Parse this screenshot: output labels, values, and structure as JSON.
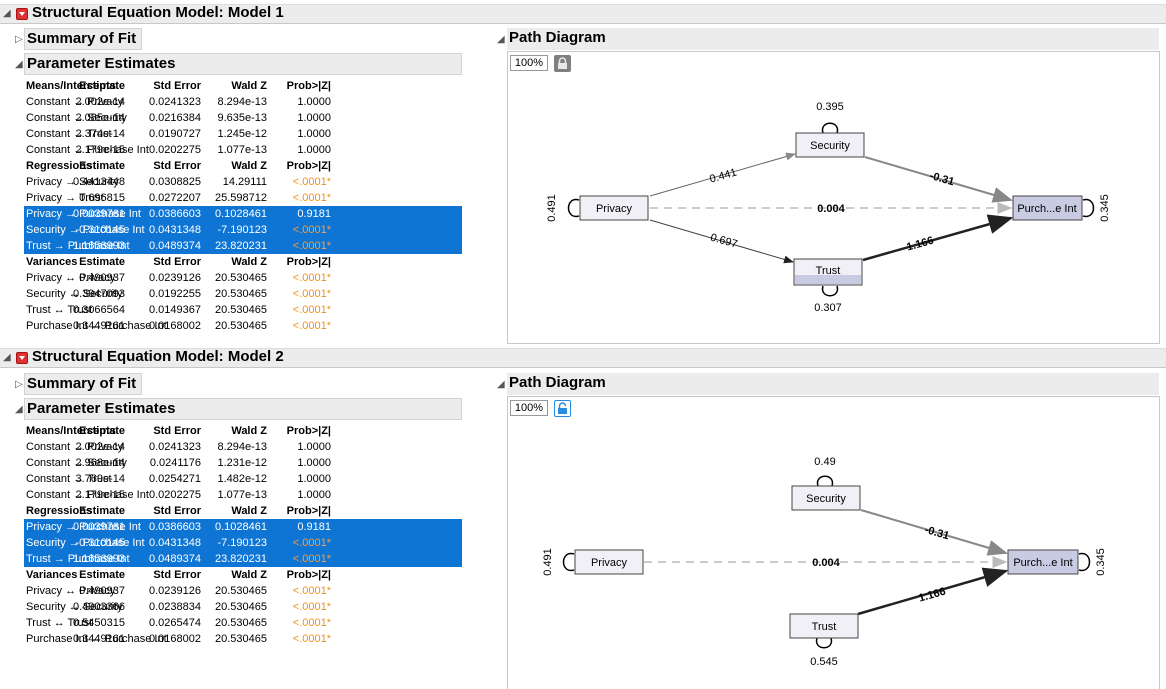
{
  "colors": {
    "selected_row": "#0f75d4",
    "significant": "#f0901a",
    "node_fill": "#f0f0f6",
    "endo_fill": "#c8cbe2"
  },
  "models": [
    {
      "title": "Structural Equation Model: Model 1",
      "summary_label": "Summary of Fit",
      "params_label": "Parameter Estimates",
      "path_label": "Path Diagram",
      "zoom": "100%",
      "lock_state": "locked",
      "col_headers": [
        "Estimate",
        "Std Error",
        "Wald Z",
        "Prob>|Z|"
      ],
      "sections": [
        {
          "name": "Means/Intercepts",
          "rows": [
            {
              "label": "Constant → Privacy",
              "est": "2.002e-14",
              "se": "0.0241323",
              "z": "8.294e-13",
              "p": "1.0000",
              "sig": false,
              "sel": false
            },
            {
              "label": "Constant → Security",
              "est": "2.085e-14",
              "se": "0.0216384",
              "z": "9.635e-13",
              "p": "1.0000",
              "sig": false,
              "sel": false
            },
            {
              "label": "Constant → Trust",
              "est": "2.374e-14",
              "se": "0.0190727",
              "z": "1.245e-12",
              "p": "1.0000",
              "sig": false,
              "sel": false
            },
            {
              "label": "Constant → Purchase Int",
              "est": "2.179e-15",
              "se": "0.0202275",
              "z": "1.077e-13",
              "p": "1.0000",
              "sig": false,
              "sel": false
            }
          ]
        },
        {
          "name": "Regressions",
          "rows": [
            {
              "label": "Privacy → Security",
              "est": "0.4413448",
              "se": "0.0308825",
              "z": "14.29111",
              "p": "<.0001*",
              "sig": true,
              "sel": false
            },
            {
              "label": "Privacy → Trust",
              "est": "0.696815",
              "se": "0.0272207",
              "z": "25.598712",
              "p": "<.0001*",
              "sig": true,
              "sel": false
            },
            {
              "label": "Privacy → Purchase Int",
              "est": "0.0039761",
              "se": "0.0386603",
              "z": "0.1028461",
              "p": "0.9181",
              "sig": false,
              "sel": true
            },
            {
              "label": "Security → Purchase Int",
              "est": "-0.310145",
              "se": "0.0431348",
              "z": "-7.190123",
              "p": "<.0001*",
              "sig": true,
              "sel": true
            },
            {
              "label": "Trust → Purchase Int",
              "est": "1.1656993",
              "se": "0.0489374",
              "z": "23.820231",
              "p": "<.0001*",
              "sig": true,
              "sel": true
            }
          ]
        },
        {
          "name": "Variances",
          "rows": [
            {
              "label": "Privacy ↔ Privacy",
              "est": "0.490937",
              "se": "0.0239126",
              "z": "20.530465",
              "p": "<.0001*",
              "sig": true,
              "sel": false
            },
            {
              "label": "Security ↔ Security",
              "est": "0.3947093",
              "se": "0.0192255",
              "z": "20.530465",
              "p": "<.0001*",
              "sig": true,
              "sel": false
            },
            {
              "label": "Trust ↔ Trust",
              "est": "0.3066564",
              "se": "0.0149367",
              "z": "20.530465",
              "p": "<.0001*",
              "sig": true,
              "sel": false
            },
            {
              "label": "Purchase Int ↔ Purchase Int",
              "est": "0.3449161",
              "se": "0.0168002",
              "z": "20.530465",
              "p": "<.0001*",
              "sig": true,
              "sel": false
            }
          ]
        }
      ],
      "diagram": {
        "nodes": {
          "privacy": "Privacy",
          "security": "Security",
          "trust": "Trust",
          "purchase": "Purch...e Int"
        },
        "variances": {
          "privacy": "0.491",
          "security": "0.395",
          "trust": "0.307",
          "purchase": "0.345"
        },
        "paths": {
          "priv_sec": "0.441",
          "priv_trust": "0.697",
          "priv_purch": "0.004",
          "sec_purch": "-0.31",
          "trust_purch": "1.166"
        }
      }
    },
    {
      "title": "Structural Equation Model: Model 2",
      "summary_label": "Summary of Fit",
      "params_label": "Parameter Estimates",
      "path_label": "Path Diagram",
      "zoom": "100%",
      "lock_state": "unlocked",
      "col_headers": [
        "Estimate",
        "Std Error",
        "Wald Z",
        "Prob>|Z|"
      ],
      "sections": [
        {
          "name": "Means/Intercepts",
          "rows": [
            {
              "label": "Constant → Privacy",
              "est": "2.002e-14",
              "se": "0.0241323",
              "z": "8.294e-13",
              "p": "1.0000",
              "sig": false,
              "sel": false
            },
            {
              "label": "Constant → Security",
              "est": "2.968e-14",
              "se": "0.0241176",
              "z": "1.231e-12",
              "p": "1.0000",
              "sig": false,
              "sel": false
            },
            {
              "label": "Constant → Trust",
              "est": "3.769e-14",
              "se": "0.0254271",
              "z": "1.482e-12",
              "p": "1.0000",
              "sig": false,
              "sel": false
            },
            {
              "label": "Constant → Purchase Int",
              "est": "2.179e-15",
              "se": "0.0202275",
              "z": "1.077e-13",
              "p": "1.0000",
              "sig": false,
              "sel": false
            }
          ]
        },
        {
          "name": "Regressions",
          "rows": [
            {
              "label": "Privacy → Purchase Int",
              "est": "0.0039761",
              "se": "0.0386603",
              "z": "0.1028461",
              "p": "0.9181",
              "sig": false,
              "sel": true
            },
            {
              "label": "Security → Purchase Int",
              "est": "-0.310145",
              "se": "0.0431348",
              "z": "-7.190123",
              "p": "<.0001*",
              "sig": true,
              "sel": true
            },
            {
              "label": "Trust → Purchase Int",
              "est": "1.1656993",
              "se": "0.0489374",
              "z": "23.820231",
              "p": "<.0001*",
              "sig": true,
              "sel": true
            }
          ]
        },
        {
          "name": "Variances",
          "rows": [
            {
              "label": "Privacy ↔ Privacy",
              "est": "0.490937",
              "se": "0.0239126",
              "z": "20.530465",
              "p": "<.0001*",
              "sig": true,
              "sel": false
            },
            {
              "label": "Security ↔ Security",
              "est": "0.4903366",
              "se": "0.0238834",
              "z": "20.530465",
              "p": "<.0001*",
              "sig": true,
              "sel": false
            },
            {
              "label": "Trust ↔ Trust",
              "est": "0.5450315",
              "se": "0.0265474",
              "z": "20.530465",
              "p": "<.0001*",
              "sig": true,
              "sel": false
            },
            {
              "label": "Purchase Int ↔ Purchase Int",
              "est": "0.3449161",
              "se": "0.0168002",
              "z": "20.530465",
              "p": "<.0001*",
              "sig": true,
              "sel": false
            }
          ]
        }
      ],
      "diagram": {
        "nodes": {
          "privacy": "Privacy",
          "security": "Security",
          "trust": "Trust",
          "purchase": "Purch...e Int"
        },
        "variances": {
          "privacy": "0.491",
          "security": "0.49",
          "trust": "0.545",
          "purchase": "0.345"
        },
        "paths": {
          "priv_purch": "0.004",
          "sec_purch": "-0.31",
          "trust_purch": "1.166"
        }
      }
    }
  ]
}
